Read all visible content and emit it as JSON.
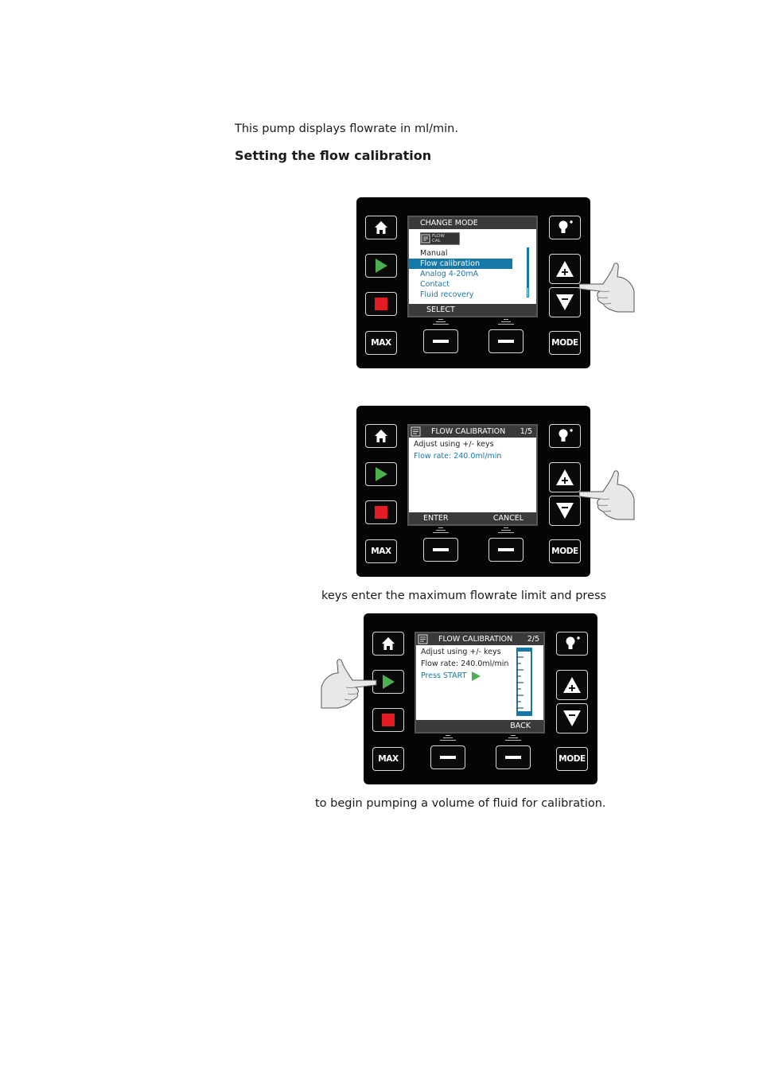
{
  "intro_text": "This pump displays flowrate in ml/min.",
  "heading": "Setting the flow calibration",
  "caption_2": "keys enter the maximum flowrate limit and press",
  "caption_3": "to begin pumping a volume of fluid for calibration.",
  "keypad": {
    "max_label": "MAX",
    "mode_label": "MODE",
    "icons": [
      "home-icon",
      "play-icon",
      "stop-icon",
      "bulb-icon",
      "plus-icon",
      "minus-arrow-icon"
    ]
  },
  "screen1": {
    "title": "CHANGE MODE",
    "badge": "FLOW CAL",
    "items": [
      "Manual",
      "Flow calibration",
      "Analog 4-20mA",
      "Contact",
      "Fluid recovery"
    ],
    "selected_index": 1,
    "footer": "SELECT"
  },
  "screen2": {
    "title": "FLOW CALIBRATION",
    "step": "1/5",
    "line1": "Adjust using +/- keys",
    "line2": "Flow rate: 240.0ml/min",
    "footer_left": "ENTER",
    "footer_right": "CANCEL"
  },
  "screen3": {
    "title": "FLOW CALIBRATION",
    "step": "2/5",
    "line1": "Adjust using +/- keys",
    "line2": "Flow rate: 240.0ml/min",
    "line3": "Press START",
    "footer_right": "BACK"
  },
  "colors": {
    "panel": "#050505",
    "accent_blue": "#1678a6",
    "play_green": "#4caf50",
    "stop_red": "#e31b23"
  }
}
